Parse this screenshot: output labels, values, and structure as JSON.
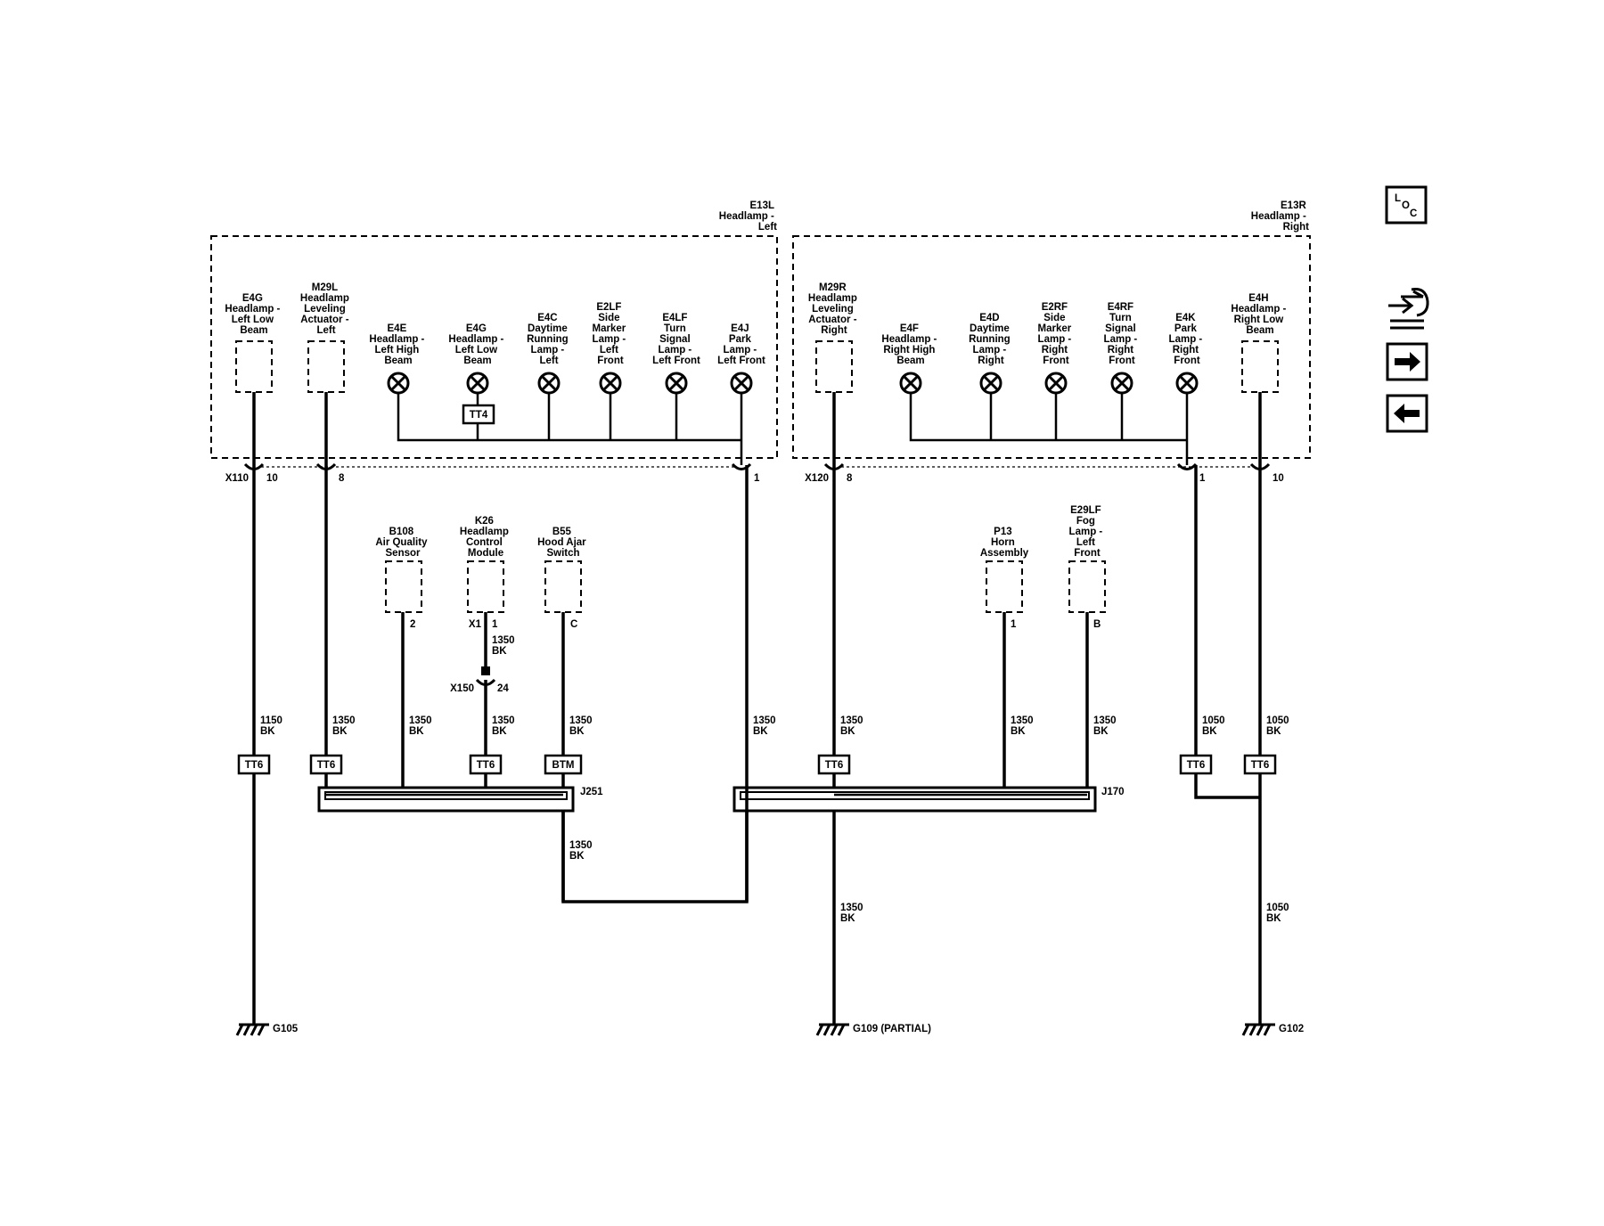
{
  "containers": {
    "left": [
      "E13L",
      "Headlamp -",
      "Left"
    ],
    "right": [
      "E13R",
      "Headlamp -",
      "Right"
    ]
  },
  "components": {
    "e4g_left_low": [
      "E4G",
      "Headlamp -",
      "Left Low",
      "Beam"
    ],
    "m29l": [
      "M29L",
      "Headlamp",
      "Leveling",
      "Actuator -",
      "Left"
    ],
    "e4e": [
      "E4E",
      "Headlamp -",
      "Left High",
      "Beam"
    ],
    "e4g_bulb": [
      "E4G",
      "Headlamp -",
      "Left Low",
      "Beam"
    ],
    "e4c": [
      "E4C",
      "Daytime",
      "Running",
      "Lamp -",
      "Left"
    ],
    "e2lf": [
      "E2LF",
      "Side",
      "Marker",
      "Lamp -",
      "Left",
      "Front"
    ],
    "e4lf": [
      "E4LF",
      "Turn",
      "Signal",
      "Lamp -",
      "Left Front"
    ],
    "e4j": [
      "E4J",
      "Park",
      "Lamp -",
      "Left Front"
    ],
    "m29r": [
      "M29R",
      "Headlamp",
      "Leveling",
      "Actuator -",
      "Right"
    ],
    "e4f": [
      "E4F",
      "Headlamp -",
      "Right High",
      "Beam"
    ],
    "e4d": [
      "E4D",
      "Daytime",
      "Running",
      "Lamp -",
      "Right"
    ],
    "e2rf": [
      "E2RF",
      "Side",
      "Marker",
      "Lamp -",
      "Right",
      "Front"
    ],
    "e4rf": [
      "E4RF",
      "Turn",
      "Signal",
      "Lamp -",
      "Right",
      "Front"
    ],
    "e4k": [
      "E4K",
      "Park",
      "Lamp -",
      "Right",
      "Front"
    ],
    "e4h": [
      "E4H",
      "Headlamp -",
      "Right Low",
      "Beam"
    ],
    "b108": [
      "B108",
      "Air Quality",
      "Sensor"
    ],
    "k26": [
      "K26",
      "Headlamp",
      "Control",
      "Module"
    ],
    "b55": [
      "B55",
      "Hood Ajar",
      "Switch"
    ],
    "p13": [
      "P13",
      "Horn",
      "Assembly"
    ],
    "e29lf": [
      "E29LF",
      "Fog",
      "Lamp -",
      "Left",
      "Front"
    ]
  },
  "connectors": {
    "x110": "X110",
    "x110_10": "10",
    "x110_8": "8",
    "x110_1": "1",
    "x120": "X120",
    "x120_8": "8",
    "x120_1": "1",
    "x120_10": "10",
    "x150": "X150",
    "x150_24": "24",
    "b108_pin": "2",
    "k26_x1": "X1",
    "k26_pin": "1",
    "b55_pin": "C",
    "p13_pin": "1",
    "e29lf_pin": "B"
  },
  "wires": {
    "w1150": [
      "1150",
      "BK"
    ],
    "w1350": [
      "1350",
      "BK"
    ],
    "w1050": [
      "1050",
      "BK"
    ]
  },
  "splices": {
    "tt4": "TT4",
    "tt6": "TT6",
    "btm": "BTM",
    "j251": "J251",
    "j170": "J170"
  },
  "grounds": {
    "g105": "G105",
    "g109": "G109 (PARTIAL)",
    "g102": "G102"
  },
  "nav": {
    "loc_l": "L",
    "loc_o": "O",
    "loc_c": "C"
  }
}
